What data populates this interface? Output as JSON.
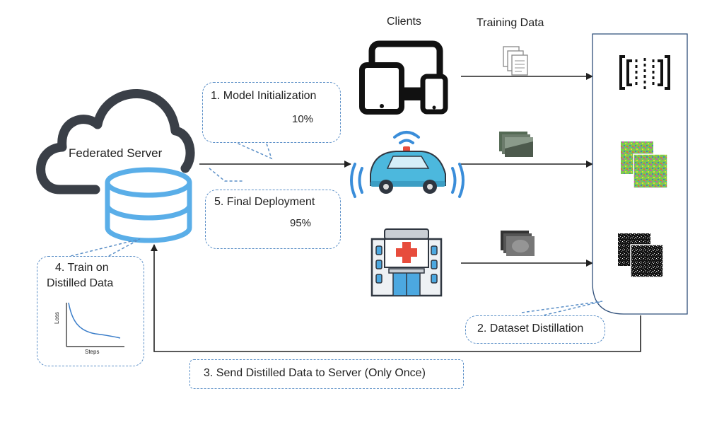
{
  "server": {
    "label": "Federated Server"
  },
  "headers": {
    "clients": "Clients",
    "training_data": "Training Data"
  },
  "steps": {
    "model_init": {
      "label": "1. Model Initialization",
      "percent": "10%"
    },
    "final_deploy": {
      "label": "5. Final Deployment",
      "percent": "95%"
    },
    "train_distilled": {
      "line1": "4. Train on",
      "line2": "Distilled Data"
    },
    "dataset_distill": {
      "label": "2. Dataset Distillation"
    },
    "send_distilled": {
      "label": "3. Send Distilled Data to Server (Only Once)"
    }
  },
  "loss_plot": {
    "ylabel": "Loss",
    "xlabel": "Steps"
  },
  "clients": [
    "devices",
    "car",
    "hospital"
  ],
  "icons": {
    "server": "cloud-database-icon",
    "devices": "devices-icon",
    "car": "connected-car-icon",
    "hospital": "hospital-icon",
    "documents": "documents-icon",
    "neural_net": "neural-network-icon"
  },
  "colors": {
    "accent": "#5aaee8",
    "callout_border": "#5b8fc7",
    "dark": "#2f3640",
    "hospital_cross": "#e74c3c"
  }
}
